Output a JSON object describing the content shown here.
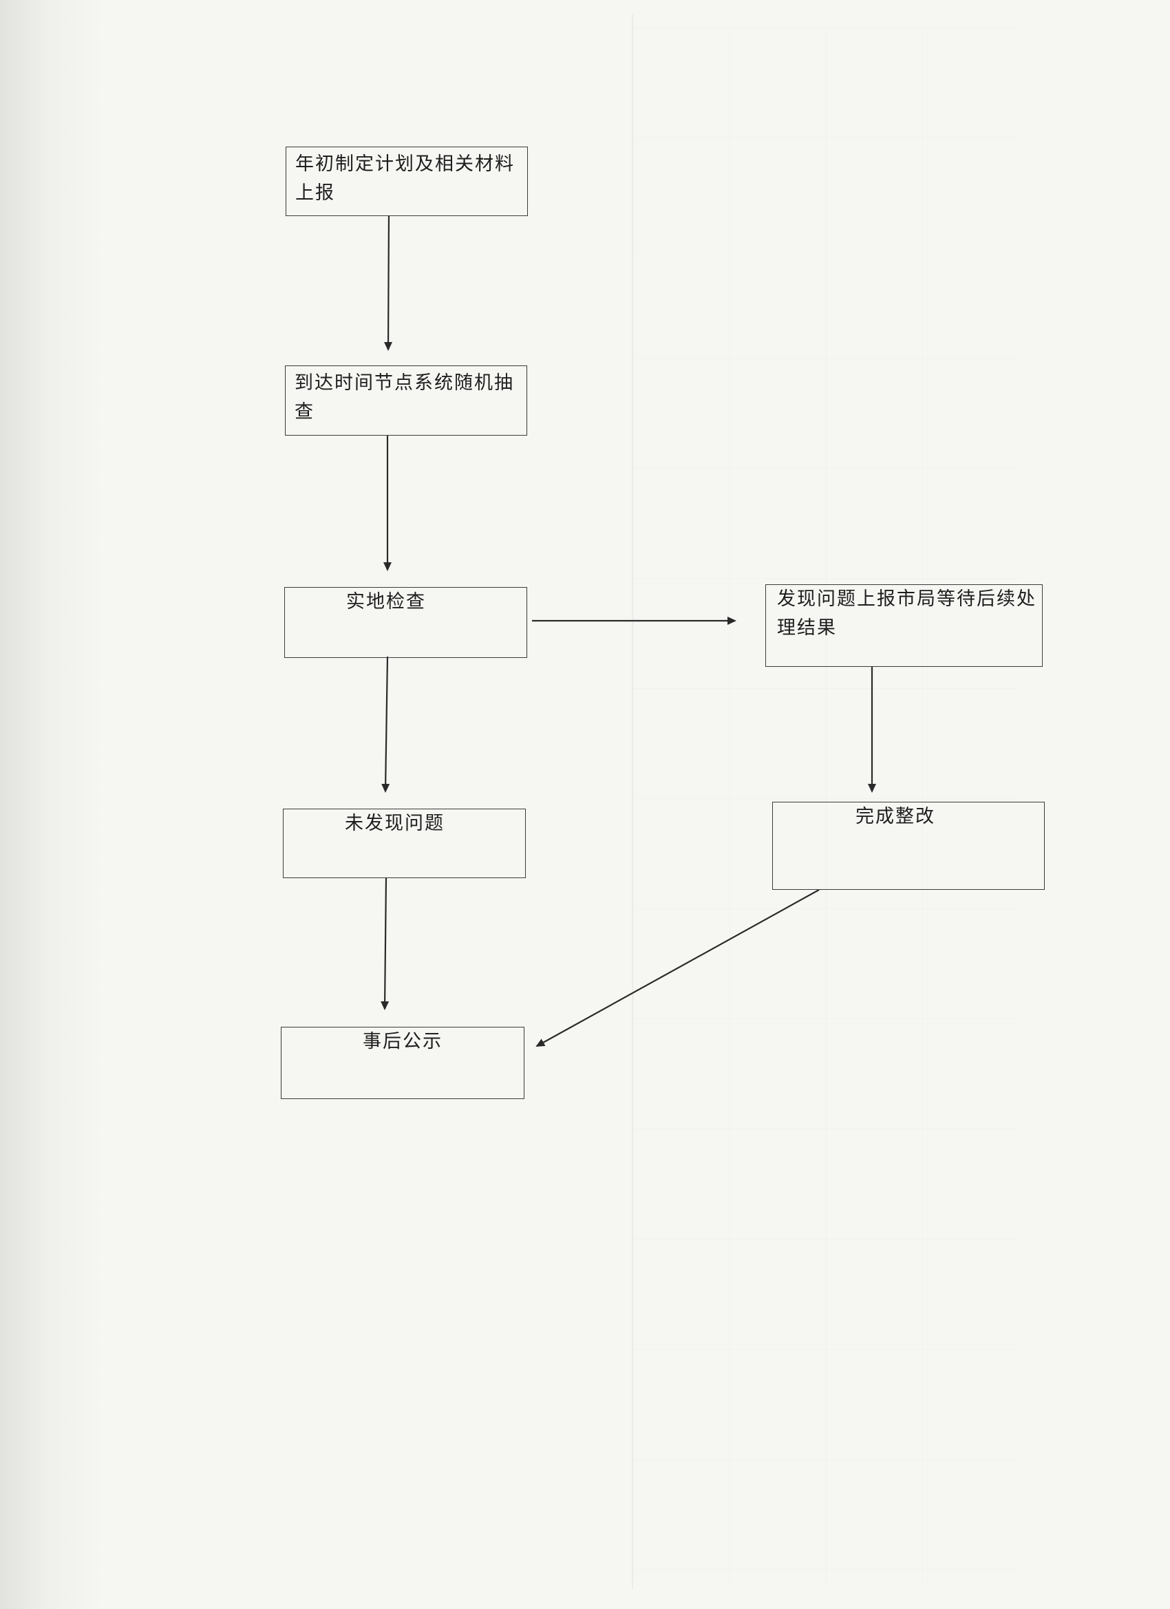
{
  "flowchart": {
    "nodes": [
      {
        "id": "plan",
        "label": "年初制定计划及相关材料上报"
      },
      {
        "id": "random_check",
        "label": "到达时间节点系统随机抽查"
      },
      {
        "id": "onsite",
        "label": "实地检查"
      },
      {
        "id": "report_problem",
        "label": "发现问题上报市局等待后续处理结果"
      },
      {
        "id": "no_problem",
        "label": "未发现问题"
      },
      {
        "id": "rectified",
        "label": "完成整改"
      },
      {
        "id": "publicity",
        "label": "事后公示"
      }
    ],
    "edges": [
      {
        "from": "plan",
        "to": "random_check"
      },
      {
        "from": "random_check",
        "to": "onsite"
      },
      {
        "from": "onsite",
        "to": "report_problem"
      },
      {
        "from": "onsite",
        "to": "no_problem"
      },
      {
        "from": "report_problem",
        "to": "rectified"
      },
      {
        "from": "no_problem",
        "to": "publicity"
      },
      {
        "from": "rectified",
        "to": "publicity"
      }
    ]
  }
}
